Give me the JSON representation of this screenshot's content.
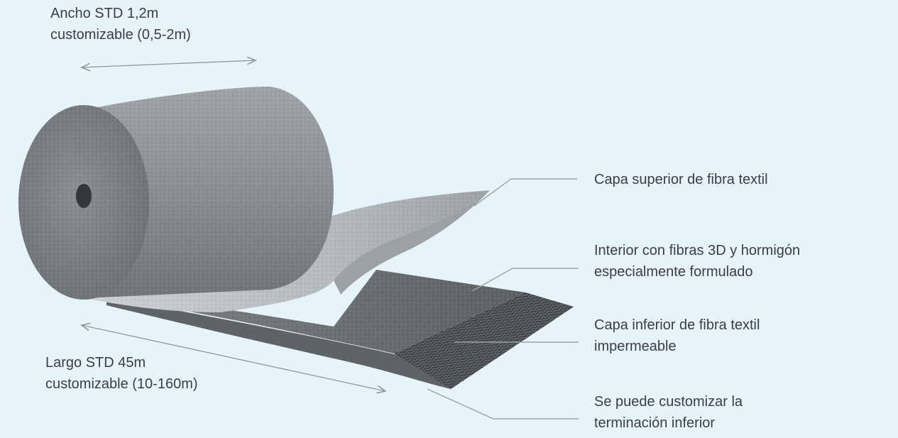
{
  "width_label": {
    "line1": "Ancho STD 1,2m",
    "line2": "customizable (0,5-2m)"
  },
  "length_label": {
    "line1": "Largo STD 45m",
    "line2": "customizable (10-160m)"
  },
  "callouts": {
    "top_layer": {
      "line1": "Capa superior de fibra textil"
    },
    "interior": {
      "line1": "Interior con fibras 3D y hormigón",
      "line2": "especialmente formulado"
    },
    "bottom_layer": {
      "line1": "Capa inferior de fibra textil",
      "line2": "impermeable"
    },
    "termination": {
      "line1": "Se puede customizar la",
      "line2": "terminación inferior"
    }
  },
  "colors": {
    "background": "#e6f3f8",
    "text": "#3a3f44",
    "leader_line": "#9aa3a8",
    "roll_body": "#8a8f93",
    "roll_face": "#7b8084",
    "top_fabric": "#bfc4c7",
    "interior_layer": "#6c7276",
    "bottom_layer": "#3e4347"
  }
}
